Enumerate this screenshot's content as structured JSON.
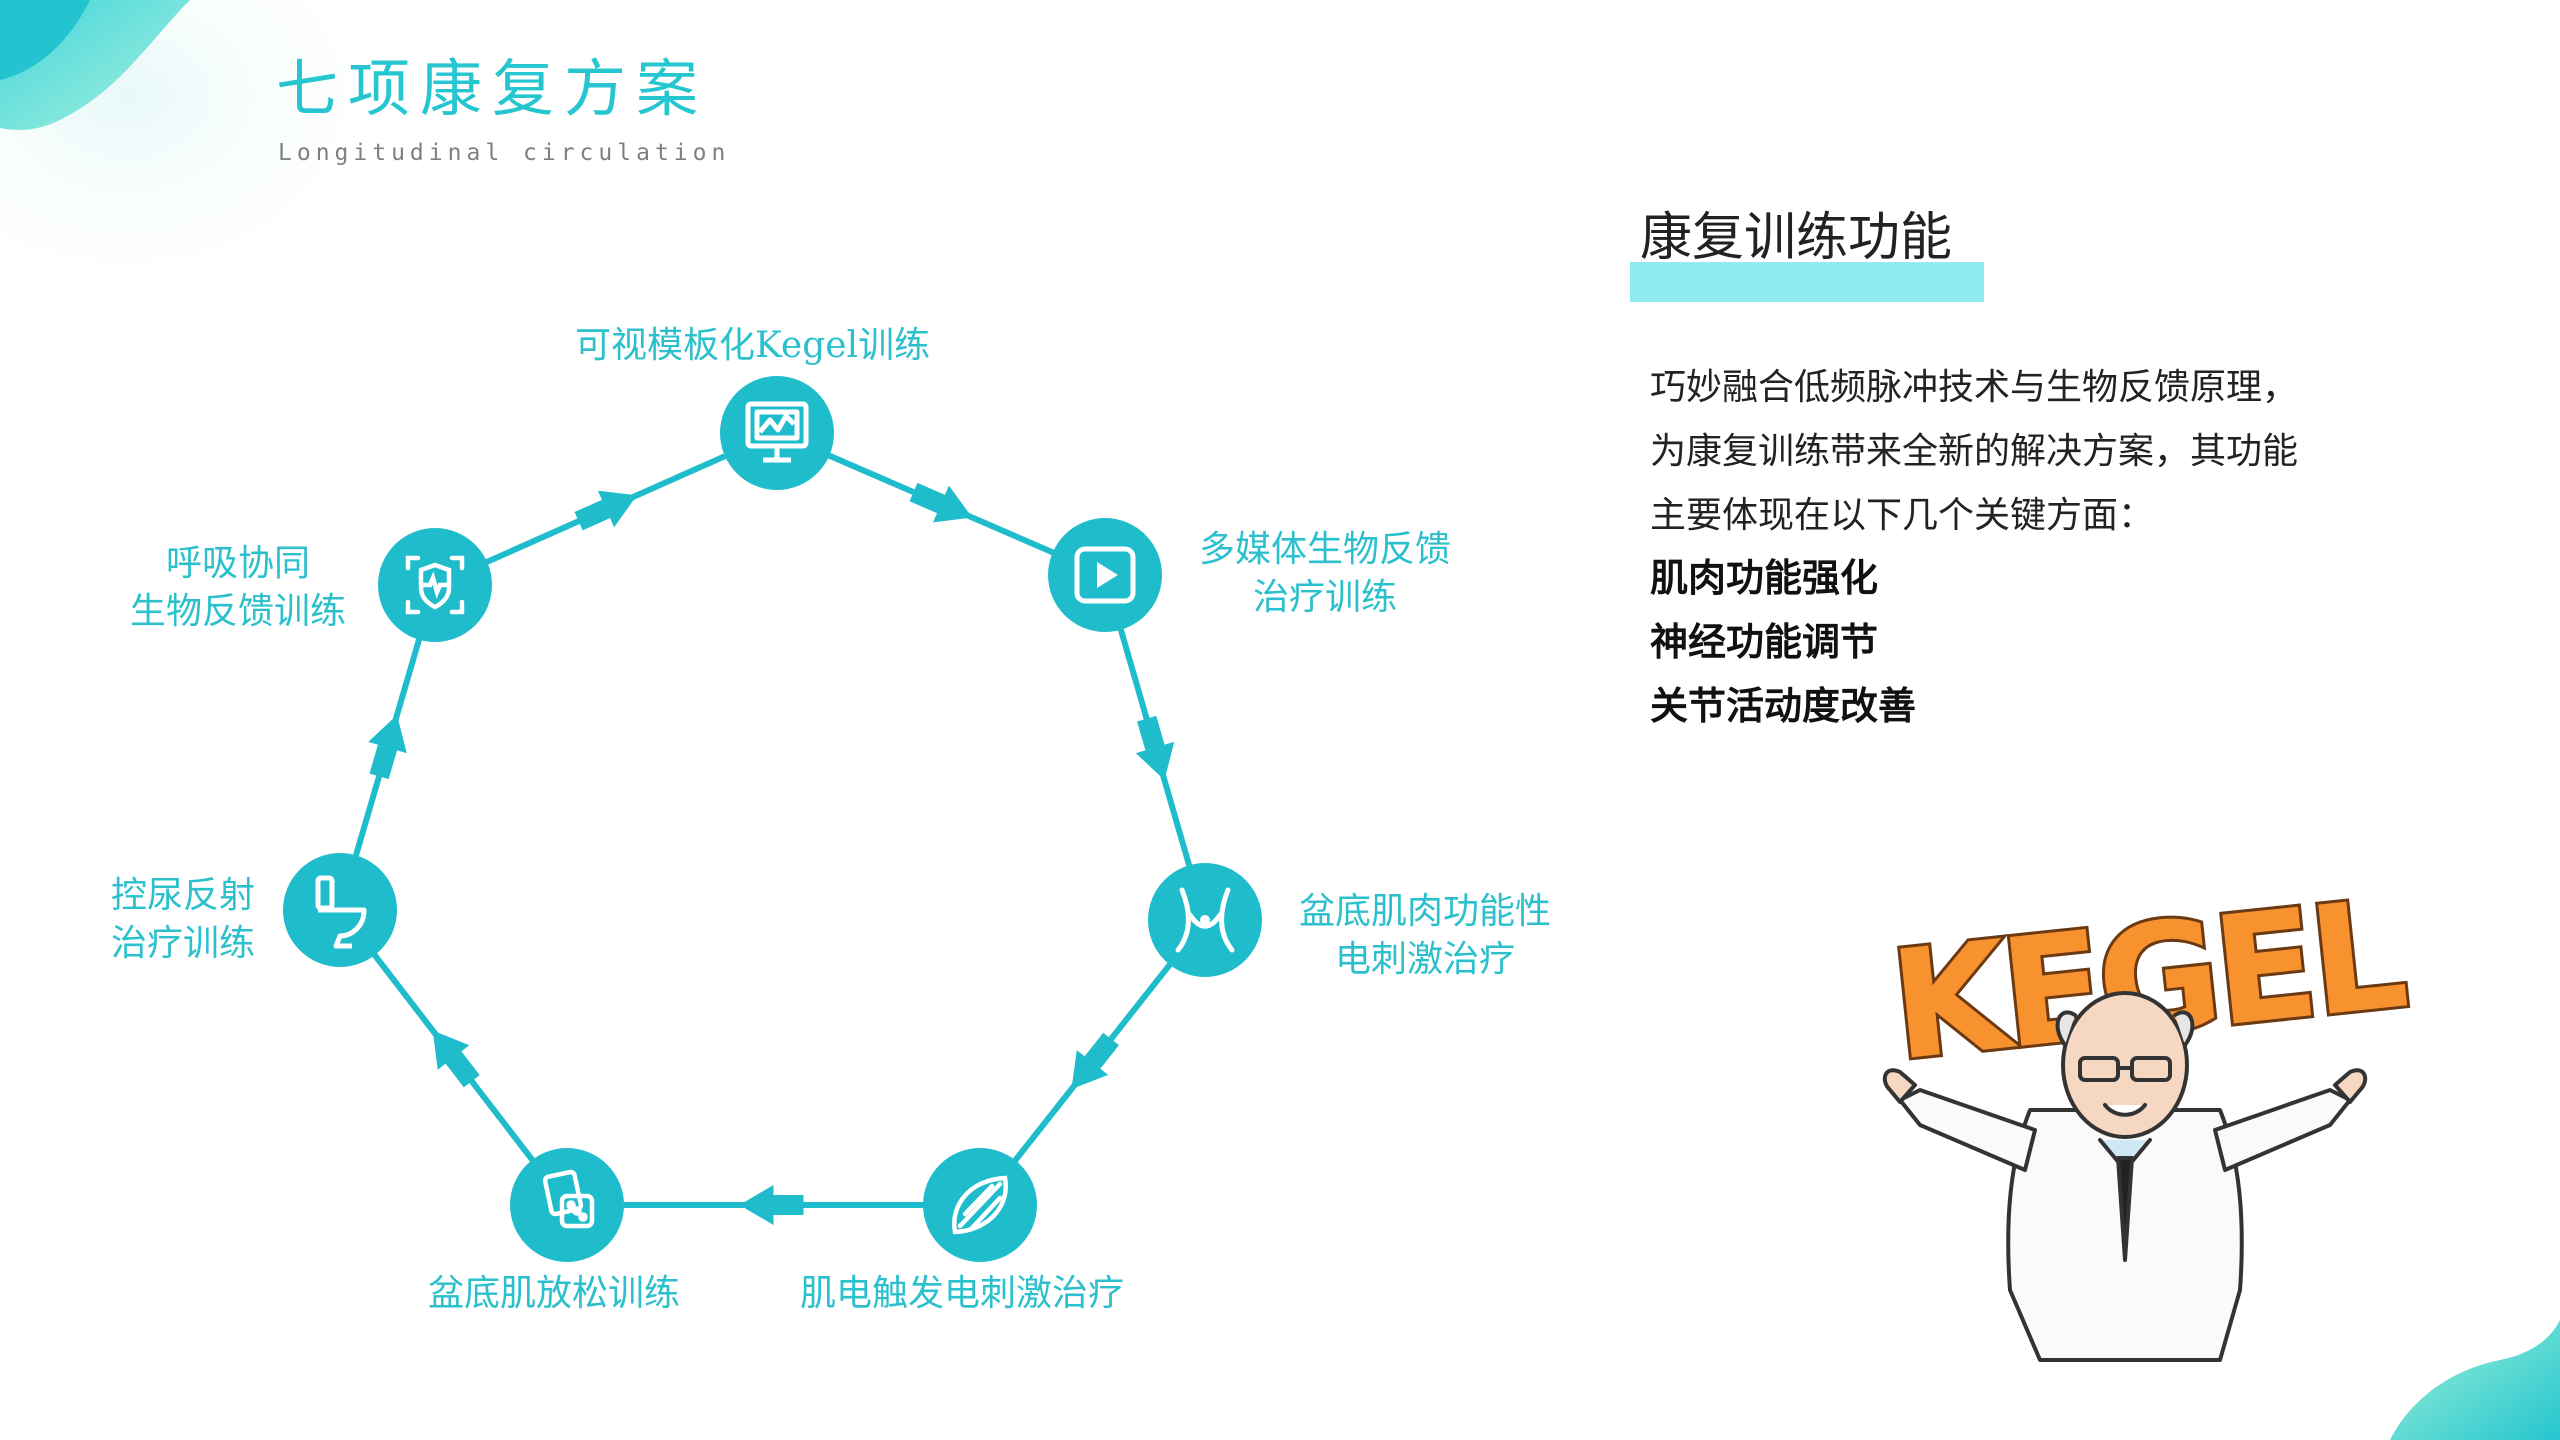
{
  "header": {
    "title": "七项康复方案",
    "subtitle": "Longitudinal circulation"
  },
  "cycle": {
    "nodes": [
      {
        "id": "top",
        "lines": [
          "可视模板化Kegel训练"
        ],
        "icon": "monitor-chart-icon"
      },
      {
        "id": "upper-right",
        "lines": [
          "多媒体生物反馈",
          "治疗训练"
        ],
        "icon": "play-button-icon"
      },
      {
        "id": "right",
        "lines": [
          "盆底肌肉功能性",
          "电刺激治疗"
        ],
        "icon": "abdomen-icon"
      },
      {
        "id": "bottom-right",
        "lines": [
          "肌电触发电刺激治疗"
        ],
        "icon": "muscle-icon"
      },
      {
        "id": "bottom-left",
        "lines": [
          "盆底肌放松训练"
        ],
        "icon": "dice-cards-icon"
      },
      {
        "id": "left",
        "lines": [
          "控尿反射",
          "治疗训练"
        ],
        "icon": "toilet-icon"
      },
      {
        "id": "upper-left",
        "lines": [
          "呼吸协同",
          "生物反馈训练"
        ],
        "icon": "heartbeat-shield-icon"
      }
    ],
    "color": "#1fbccc"
  },
  "function": {
    "title": "康复训练功能",
    "description": [
      "巧妙融合低频脉冲技术与生物反馈原理，",
      "为康复训练带来全新的解决方案，其功能",
      "主要体现在以下几个关键方面："
    ],
    "features": [
      "肌肉功能强化",
      "神经功能调节",
      "关节活动度改善"
    ],
    "highlight_color": "#8fecf2"
  },
  "illustration": {
    "logo_text": "KEGEL",
    "logo_color": "#f7922e"
  }
}
